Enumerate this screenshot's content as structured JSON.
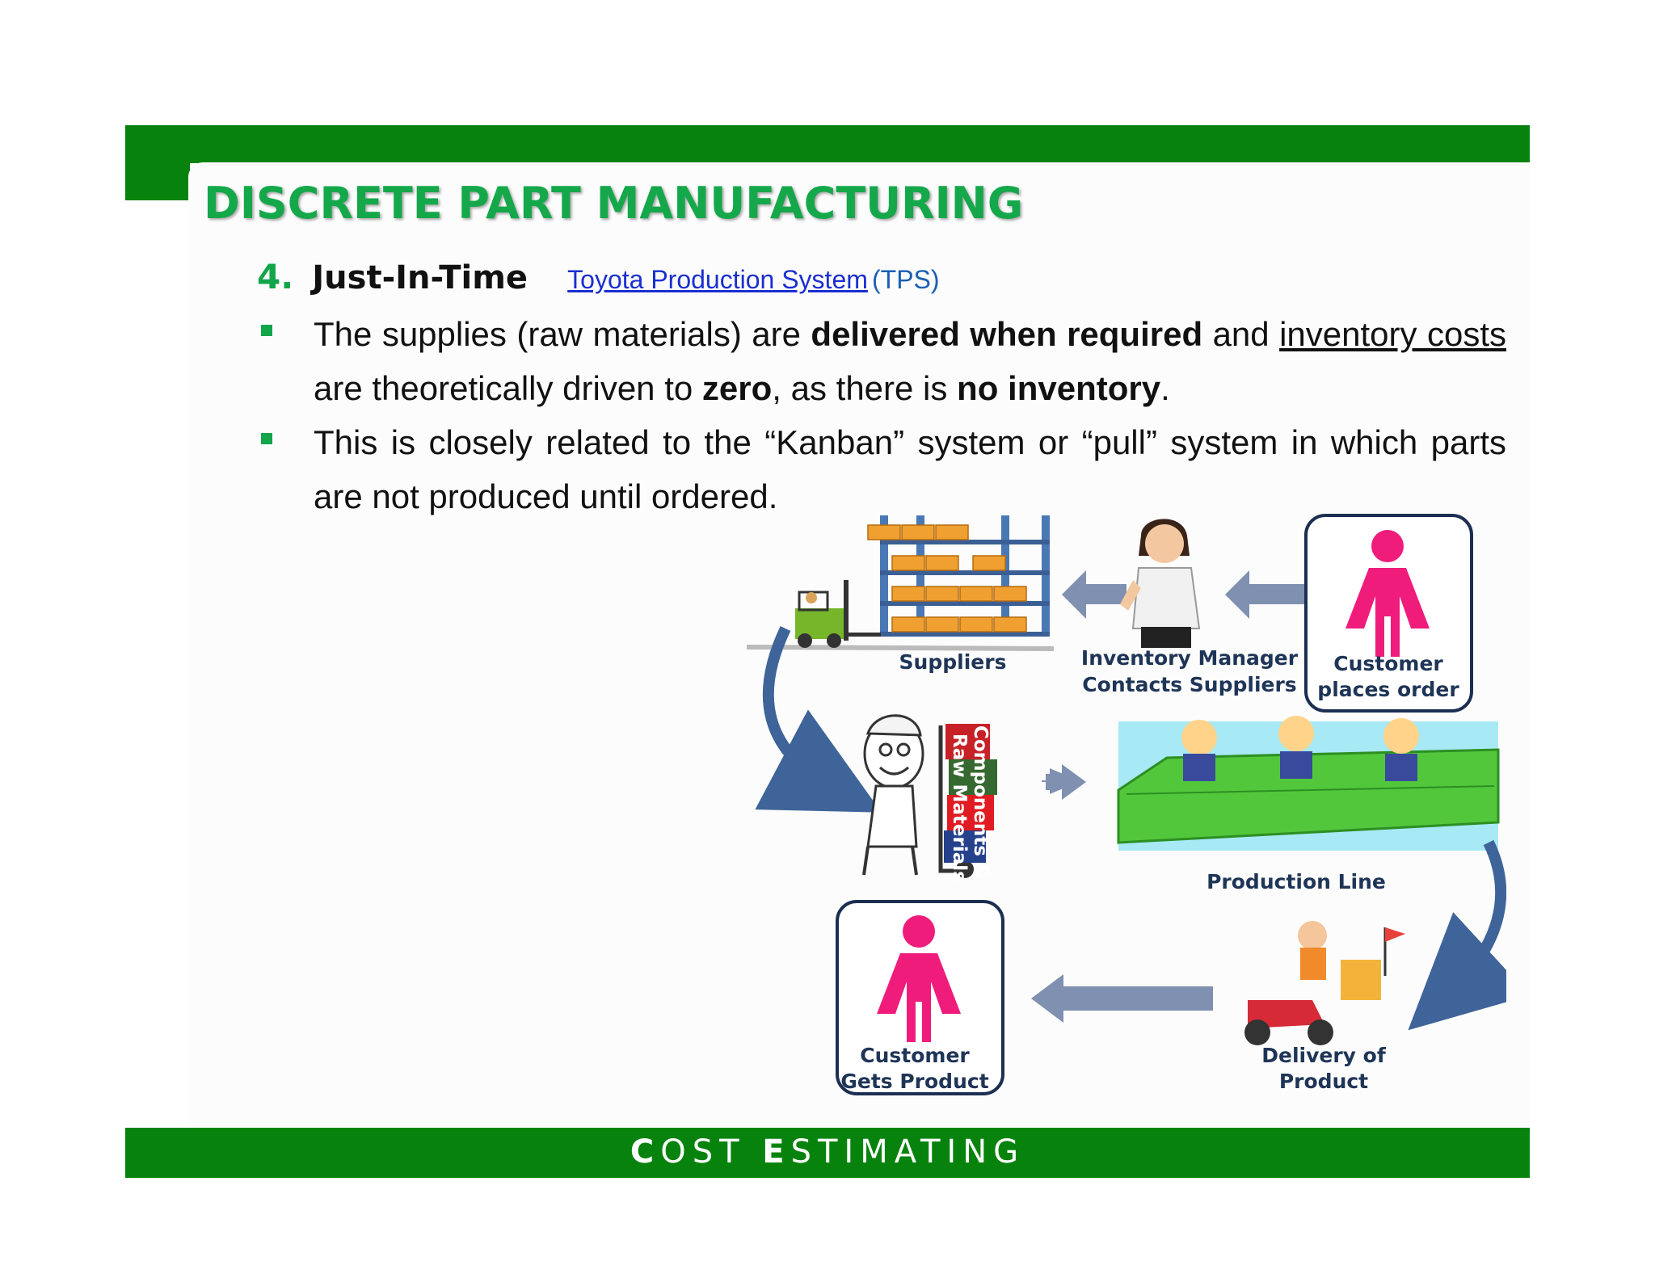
{
  "title": "DISCRETE PART MANUFACTURING",
  "heading": {
    "number": "4.",
    "text": "Just-In-Time",
    "link_text": "Toyota Production System",
    "abbr": "(TPS)"
  },
  "bullets": [
    {
      "parts": [
        "The supplies (raw materials) are ",
        "delivered when required",
        " and ",
        "inventory costs ",
        "are theoretically driven to ",
        "zero",
        ", as there is ",
        "no inventory",
        "."
      ]
    },
    {
      "text": "This is closely related to the “Kanban” system or “pull” system in which parts are not produced until ordered."
    }
  ],
  "diagram": {
    "suppliers": "Suppliers",
    "inventory_manager_1": "Inventory Manager",
    "inventory_manager_2": "Contacts Suppliers",
    "customer_order_1": "Customer",
    "customer_order_2": "places order",
    "components_1": "Components &",
    "components_2": "Raw Materials",
    "production_line": "Production Line",
    "customer_gets_1": "Customer",
    "customer_gets_2": "Gets Product",
    "delivery_1": "Delivery of",
    "delivery_2": "Product"
  },
  "footer": {
    "c1": "C",
    "rest1": "OST ",
    "c2": "E",
    "rest2": "STIMATING"
  },
  "colors": {
    "green_bar": "#07830d",
    "title_green": "#14a84a",
    "link_blue": "#1a2fd0",
    "arrow_blue": "#7f90b0",
    "customer_pink": "#ef1c7c"
  }
}
